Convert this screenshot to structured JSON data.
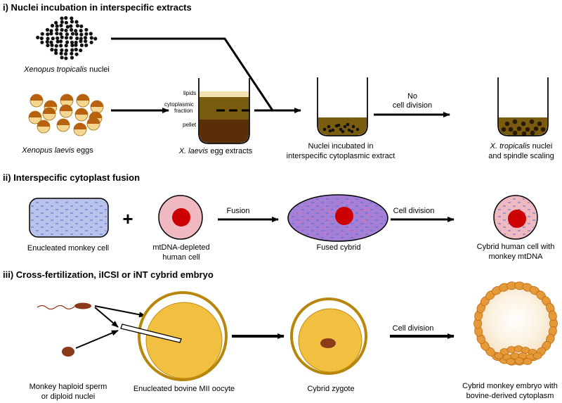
{
  "sections": [
    {
      "title": "i) Nuclei incubation in interspecific extracts"
    },
    {
      "title": "ii) Interspecific cytoplast fusion"
    },
    {
      "title": "iii) Cross-fertilization, iICSI or iNT cybrid embryo"
    }
  ],
  "s1": {
    "nuclei_label_italic": "Xenopus tropicalis",
    "nuclei_label_rest": " nuclei",
    "eggs_label_italic": "Xenopus laevis",
    "eggs_label_rest": " eggs",
    "tube_lipids": "lipids",
    "tube_cyto1": "cytoplasmic",
    "tube_cyto2": "fraction",
    "tube_pellet": "pellet",
    "extract_label_italic": "X. laevis",
    "extract_label_rest": " egg extracts",
    "incubated_line1": "Nuclei incubated in",
    "incubated_line2": "interspecific cytoplasmic extract",
    "arrow_line1": "No",
    "arrow_line2": "cell division",
    "result_line1_italic": "X. tropicalis",
    "result_line1_rest": " nuclei",
    "result_line2": "and spindle scaling"
  },
  "s2": {
    "monkey_cell": "Enucleated monkey cell",
    "plus": "+",
    "human_line1": "mtDNA-depleted",
    "human_line2": "human cell",
    "fusion": "Fusion",
    "fused": "Fused cybrid",
    "cell_division": "Cell division",
    "result_line1": "Cybrid human cell with",
    "result_line2": "monkey mtDNA"
  },
  "s3": {
    "sperm_line1": "Monkey haploid sperm",
    "sperm_line2": "or diploid nuclei",
    "oocyte": "Enucleated bovine MII oocyte",
    "zygote": "Cybrid zygote",
    "cell_division": "Cell division",
    "result_line1": "Cybrid monkey embryo with",
    "result_line2": "bovine-derived cytoplasm"
  },
  "colors": {
    "extract": "#7a5c10",
    "lipids": "#f3e2b0",
    "pellet": "#5a2f08",
    "monkey_cell": "#b8c2ea",
    "human_cell": "#f0b8c0",
    "nucleus": "#cc0000",
    "fused": "#a67fd6",
    "oocyte": "#f2c040",
    "zona": "#b8860b",
    "blastomere": "#e59a3a"
  },
  "icons": [
    "nuclei-cluster",
    "egg",
    "test-tube",
    "cell",
    "sperm",
    "micropipette",
    "oocyte",
    "blastocyst"
  ]
}
